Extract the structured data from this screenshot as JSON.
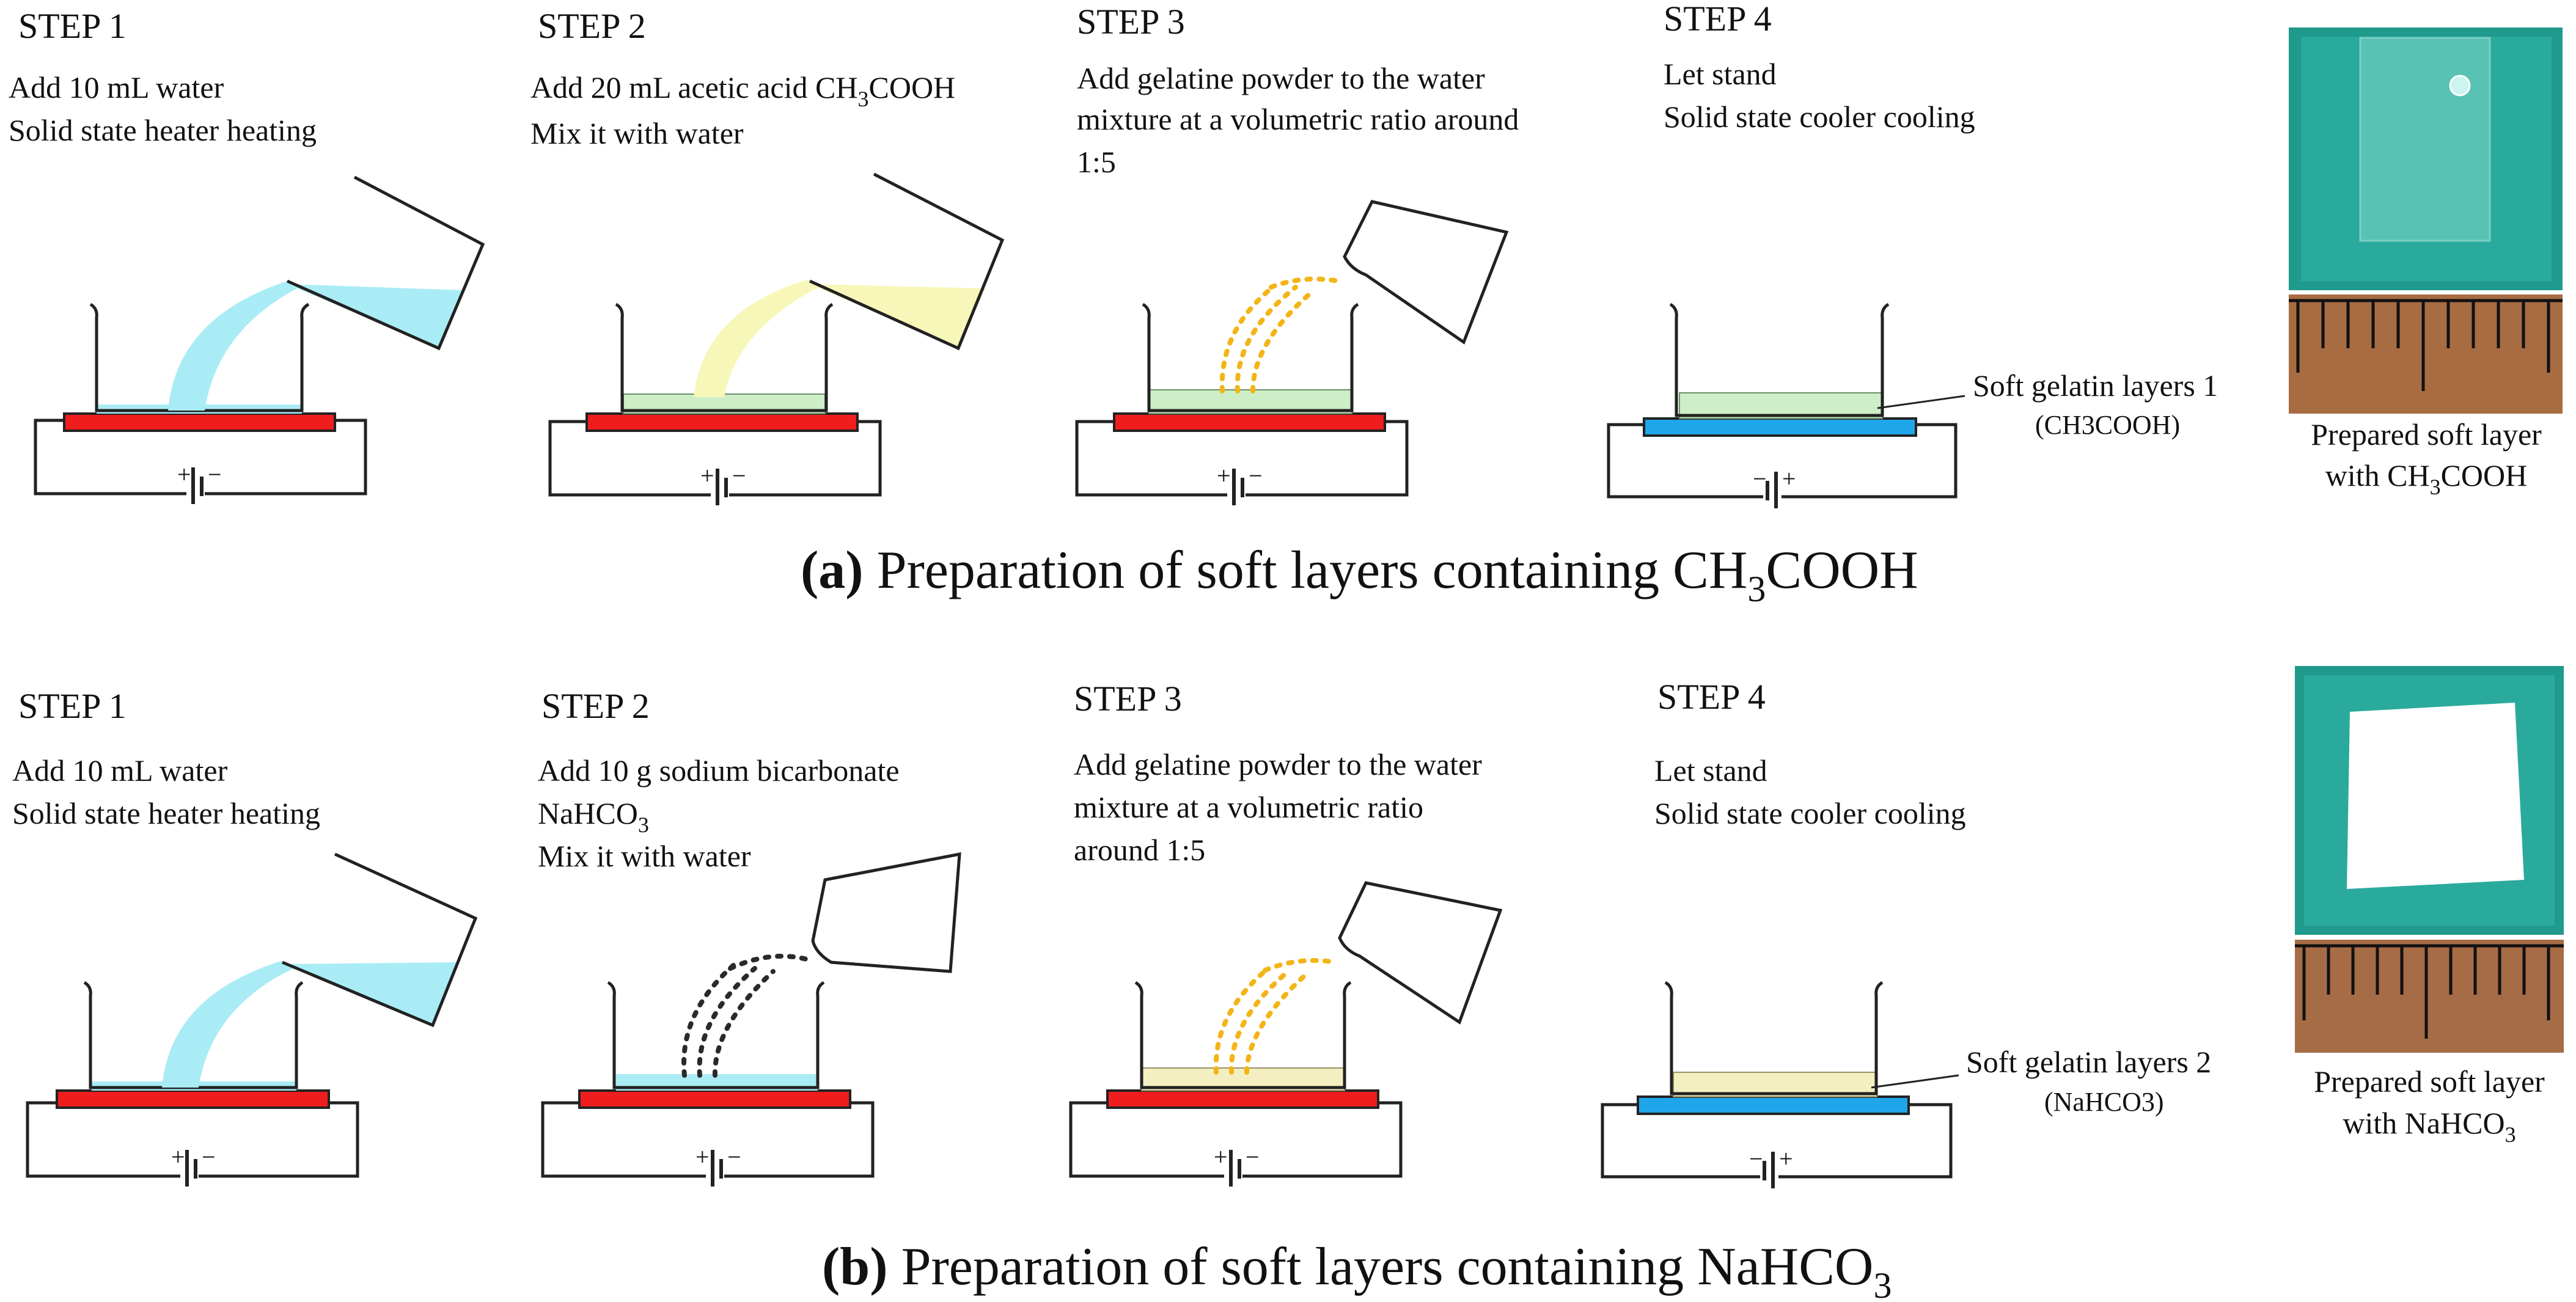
{
  "colors": {
    "heater": "#ef1d1d",
    "cooler": "#1fa5ea",
    "water": "#a9ecf6",
    "acid": "#f7f7b9",
    "gel_a": "#cdeec6",
    "gel_b": "#f4efc0",
    "powder_a": "#f3b417",
    "powder_b": "#2a2a2a",
    "photo_teal": "#1f9a8c"
  },
  "panels": [
    {
      "id": "a",
      "caption_letter": "(a)",
      "caption_rest": "Preparation of soft layers containing CH",
      "caption_sub": "3",
      "caption_end": "COOH",
      "steps": [
        {
          "title": "STEP 1",
          "lines": [
            "Add 10 mL water",
            "Solid state heater heating"
          ]
        },
        {
          "title": "STEP 2",
          "line1_main": "Add 20 mL acetic acid CH",
          "line1_sub": "3",
          "line1_end": "COOH",
          "lines": [
            "Mix it with water"
          ]
        },
        {
          "title": "STEP 3",
          "lines": [
            "Add gelatine powder to the water",
            "mixture at a volumetric ratio around",
            "1:5"
          ]
        },
        {
          "title": "STEP 4",
          "lines": [
            "Let stand",
            "Solid state cooler cooling"
          ]
        }
      ],
      "layer_label": "Soft gelatin layers 1",
      "layer_formula": "(CH3COOH)",
      "photo_label_1": "Prepared soft layer",
      "photo_label_2_main": "with CH",
      "photo_label_2_sub": "3",
      "photo_label_2_end": "COOH"
    },
    {
      "id": "b",
      "caption_letter": "(b)",
      "caption_rest": "Preparation of soft layers containing NaHCO",
      "caption_sub": "3",
      "caption_end": "",
      "steps": [
        {
          "title": "STEP 1",
          "lines": [
            "Add 10 mL water",
            "Solid state heater heating"
          ]
        },
        {
          "title": "STEP 2",
          "line1_main": "Add 10 g sodium bicarbonate",
          "line2_main": "NaHCO",
          "line2_sub": "3",
          "lines": [
            "Mix it with water"
          ]
        },
        {
          "title": "STEP 3",
          "lines": [
            "Add gelatine powder to the water",
            "mixture at a volumetric ratio",
            "around 1:5"
          ]
        },
        {
          "title": "STEP 4",
          "lines": [
            "Let stand",
            "Solid state cooler cooling"
          ]
        }
      ],
      "layer_label": "Soft gelatin layers 2",
      "layer_formula": "(NaHCO3)",
      "photo_label_1": "Prepared soft layer",
      "photo_label_2_main": "with NaHCO",
      "photo_label_2_sub": "3",
      "photo_label_2_end": ""
    }
  ],
  "battery_signs": {
    "plus": "+",
    "minus": "−"
  }
}
